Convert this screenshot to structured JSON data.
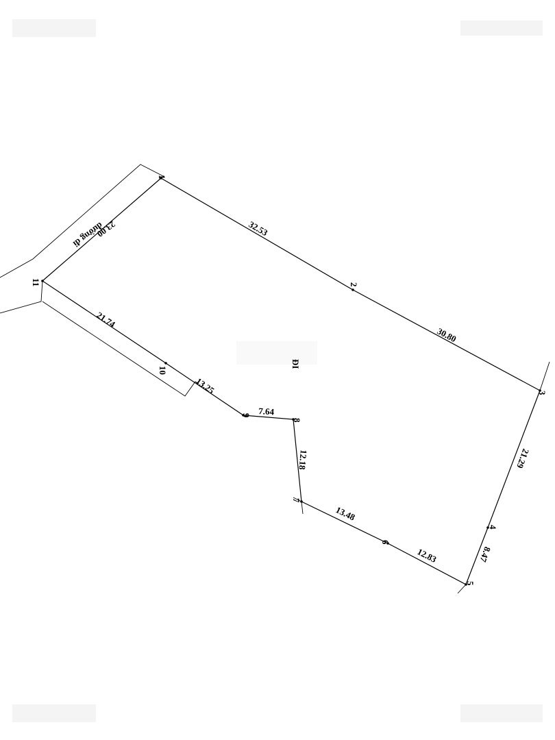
{
  "road_label": "đường đi",
  "parcel_label": "ĐI",
  "vertex_labels": [
    "1",
    "2",
    "3",
    "4",
    "5",
    "6",
    "7",
    "8",
    "9",
    "10",
    "11"
  ],
  "edge_lengths": {
    "e1_2": "32.53",
    "e2_3": "30.80",
    "e3_4": "21.29",
    "e4_5": "8.47",
    "e5_6": "12.83",
    "e6_7": "13.48",
    "e7_8": "12.18",
    "e8_9": "7.64",
    "e9_10": "13.25",
    "e10_11": "21.74",
    "e11_1": "23.00"
  }
}
